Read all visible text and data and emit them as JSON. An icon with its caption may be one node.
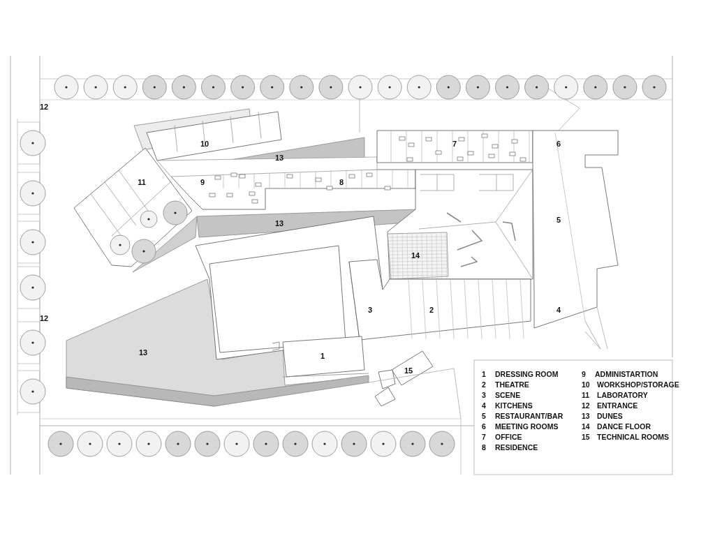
{
  "diagram": {
    "labels": [
      "12",
      "10",
      "7",
      "6",
      "13",
      "11",
      "9",
      "8",
      "5",
      "13",
      "14",
      "3",
      "2",
      "4",
      "12",
      "13",
      "1",
      "15",
      "1",
      "DRESSING ROOM",
      "9",
      "ADMINISTARTION",
      "2",
      "THEATRE",
      "10",
      "WORKSHOP/STORAGE",
      "3",
      "SCENE",
      "11",
      "LABORATORY",
      "4",
      "KITCHENS",
      "12",
      "ENTRANCE",
      "5",
      "RESTAURANT/BAR",
      "13",
      "DUNES",
      "6",
      "MEETING ROOMS",
      "14",
      "DANCE FLOOR",
      "7",
      "OFFICE",
      "15",
      "TECHNICAL ROOMS",
      "8",
      "RESIDENCE"
    ]
  }
}
